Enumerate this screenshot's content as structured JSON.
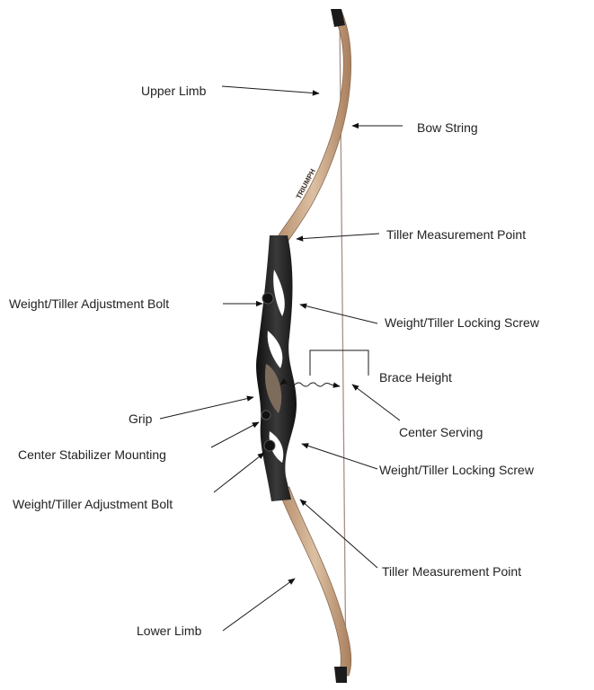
{
  "labels": {
    "upper_limb": "Upper Limb",
    "bow_string": "Bow String",
    "tiller_point_top": "Tiller Measurement Point",
    "adjust_bolt_top": "Weight/Tiller Adjustment Bolt",
    "locking_screw_top": "Weight/Tiller Locking Screw",
    "brace_height": "Brace Height",
    "grip": "Grip",
    "center_serving": "Center Serving",
    "center_stabilizer": "Center Stabilizer Mounting",
    "locking_screw_bottom": "Weight/Tiller Locking Screw",
    "adjust_bolt_bottom": "Weight/Tiller Adjustment Bolt",
    "tiller_point_bottom": "Tiller Measurement Point",
    "lower_limb": "Lower Limb"
  },
  "limb_brand": "TRIUMPH",
  "colors": {
    "limb_camo": "#c9a585",
    "riser": "#1f1f1f",
    "string": "#a88f86"
  }
}
